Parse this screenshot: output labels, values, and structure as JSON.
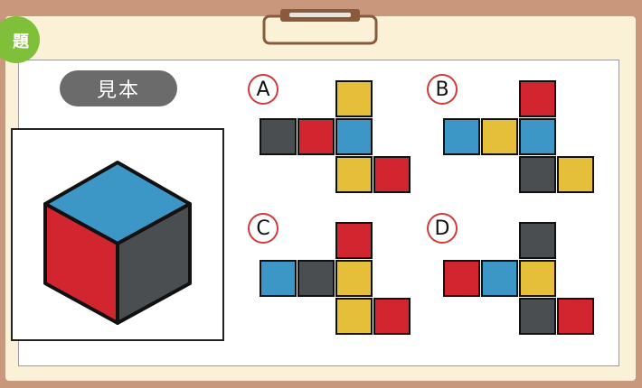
{
  "badge": {
    "text": "題"
  },
  "sample": {
    "label": "見本"
  },
  "colors": {
    "blue": "#3c97c6",
    "red": "#d12630",
    "gray": "#4b4e51",
    "yellow": "#e6bf3a"
  },
  "options": [
    {
      "label": "A",
      "cells": [
        [
          "yellow",
          2,
          0
        ],
        [
          "gray",
          0,
          1
        ],
        [
          "red",
          1,
          1
        ],
        [
          "blue",
          2,
          1
        ],
        [
          "yellow",
          2,
          2
        ],
        [
          "red",
          3,
          2
        ]
      ]
    },
    {
      "label": "B",
      "cells": [
        [
          "red",
          2,
          0
        ],
        [
          "blue",
          0,
          1
        ],
        [
          "yellow",
          1,
          1
        ],
        [
          "blue",
          2,
          1
        ],
        [
          "gray",
          2,
          2
        ],
        [
          "yellow",
          3,
          2
        ]
      ]
    },
    {
      "label": "C",
      "cells": [
        [
          "red",
          2,
          0
        ],
        [
          "blue",
          0,
          1
        ],
        [
          "gray",
          1,
          1
        ],
        [
          "yellow",
          2,
          1
        ],
        [
          "yellow",
          2,
          2
        ],
        [
          "red",
          3,
          2
        ]
      ]
    },
    {
      "label": "D",
      "cells": [
        [
          "gray",
          2,
          0
        ],
        [
          "red",
          0,
          1
        ],
        [
          "blue",
          1,
          1
        ],
        [
          "yellow",
          2,
          1
        ],
        [
          "gray",
          2,
          2
        ],
        [
          "red",
          3,
          2
        ]
      ]
    }
  ]
}
